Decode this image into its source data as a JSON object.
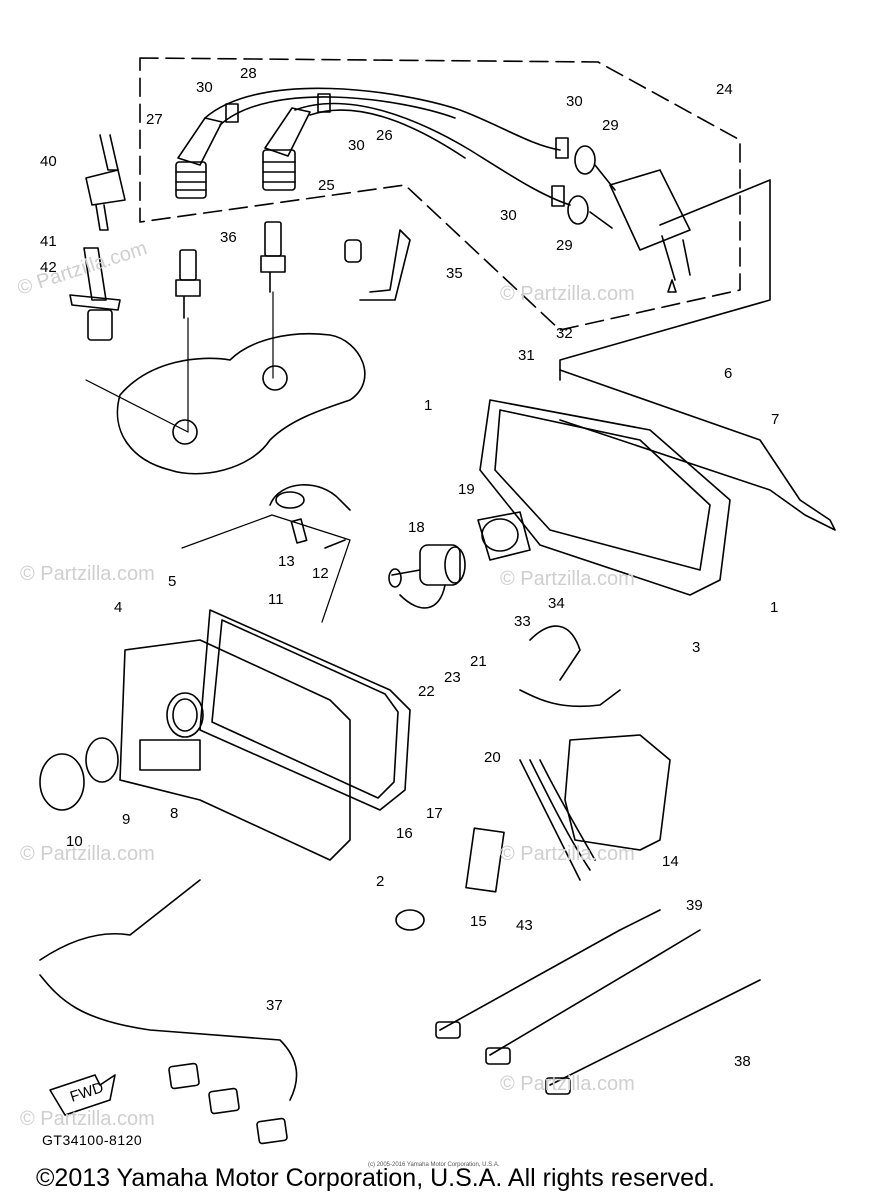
{
  "diagram": {
    "callouts": [
      "1",
      "2",
      "3",
      "4",
      "5",
      "6",
      "7",
      "8",
      "9",
      "10",
      "11",
      "12",
      "13",
      "14",
      "15",
      "16",
      "17",
      "18",
      "19",
      "20",
      "21",
      "22",
      "23",
      "24",
      "25",
      "26",
      "27",
      "28",
      "29",
      "30",
      "31",
      "32",
      "33",
      "34",
      "35",
      "36",
      "37",
      "38",
      "39",
      "40",
      "41",
      "42",
      "43"
    ],
    "direction_arrow": "FWD",
    "figure_code": "GT34100-8120",
    "watermark": "© Partzilla.com",
    "fine_print": "(c) 2005-2016 Yamaha Motor Corporation, U.S.A.",
    "copyright": "©2013 Yamaha Motor Corporation, U.S.A. All rights reserved."
  }
}
